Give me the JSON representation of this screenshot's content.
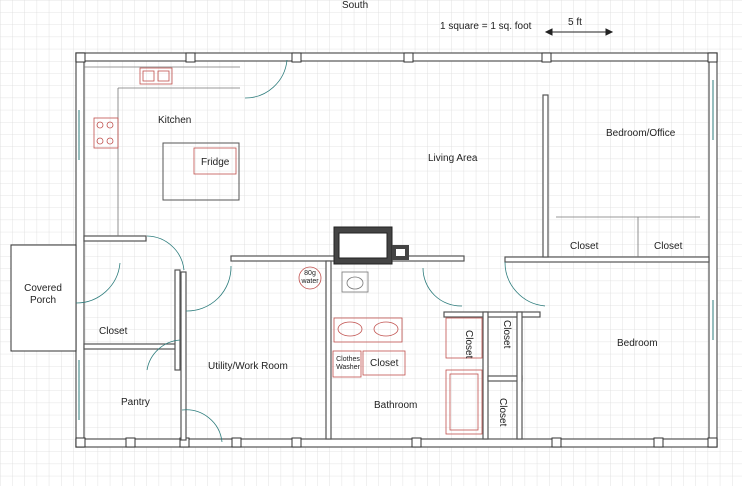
{
  "header": {
    "orientation": "South",
    "scale_note": "1 square = 1 sq. foot",
    "scale_bar_label": "5 ft"
  },
  "rooms": {
    "kitchen": "Kitchen",
    "fridge": "Fridge",
    "living_area": "Living Area",
    "bedroom_office": "Bedroom/Office",
    "closet_office_left": "Closet",
    "closet_office_right": "Closet",
    "covered_porch": "Covered Porch",
    "closet_porch": "Closet",
    "utility": "Utility/Work Room",
    "pantry": "Pantry",
    "bathroom": "Bathroom",
    "closet_bath": "Closet",
    "closet_v1": "Closet",
    "closet_v2": "Closet",
    "closet_v3": "Closet",
    "bedroom": "Bedroom",
    "clothes_washer": "Clothes Washer",
    "water_heater": "80g water"
  },
  "colors": {
    "wall": "#555555",
    "grid": "#dcdcdc",
    "fixture": "#c0504d",
    "door_arc": "#2e7d7d"
  }
}
